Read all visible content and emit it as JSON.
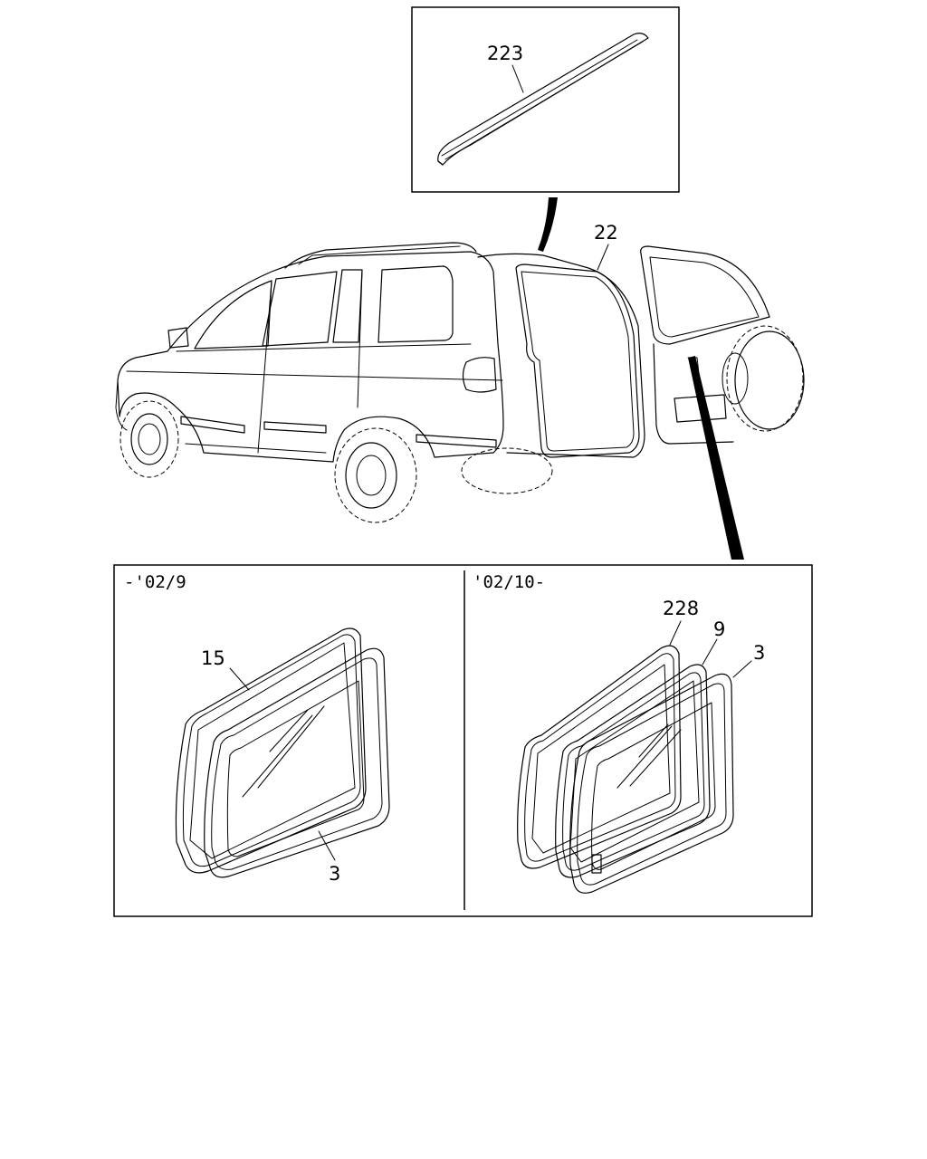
{
  "callouts": {
    "roof_molding": "223",
    "back_door_weatherstrip": "22",
    "weatherstrip_early": "15",
    "glass_early": "3",
    "molding_late": "228",
    "weatherstrip_late": "9",
    "glass_late": "3"
  },
  "panels": {
    "left_caption": "-'02/9",
    "right_caption": "'02/10-"
  }
}
